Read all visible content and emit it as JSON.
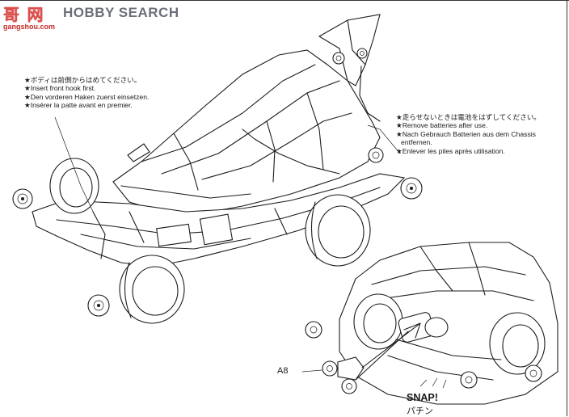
{
  "watermark": {
    "logo_text": "哥 网",
    "brand": "HOBBY SEARCH",
    "url": "gangshou.com"
  },
  "notes": {
    "front_hook": [
      "★ボディは前側からはめてください。",
      "★Insert front hook first.",
      "★Den vorderen Haken zuerst einsetzen.",
      "★Insérer la patte avant en premier."
    ],
    "batteries": [
      "★走らせないときは電池をはずしてください。",
      "★Remove batteries after use.",
      "★Nach Gebrauch Batterien aus dem Chassis",
      "entfernen.",
      "★Enlever les piles après utilisation."
    ]
  },
  "parts": {
    "a8_label": "A8",
    "snap_label": "SNAP!",
    "snap_jp": "パチン"
  },
  "colors": {
    "line": "#1c1c1c",
    "watermark_red": "#d9302c",
    "watermark_gray": "#6a6f78"
  }
}
